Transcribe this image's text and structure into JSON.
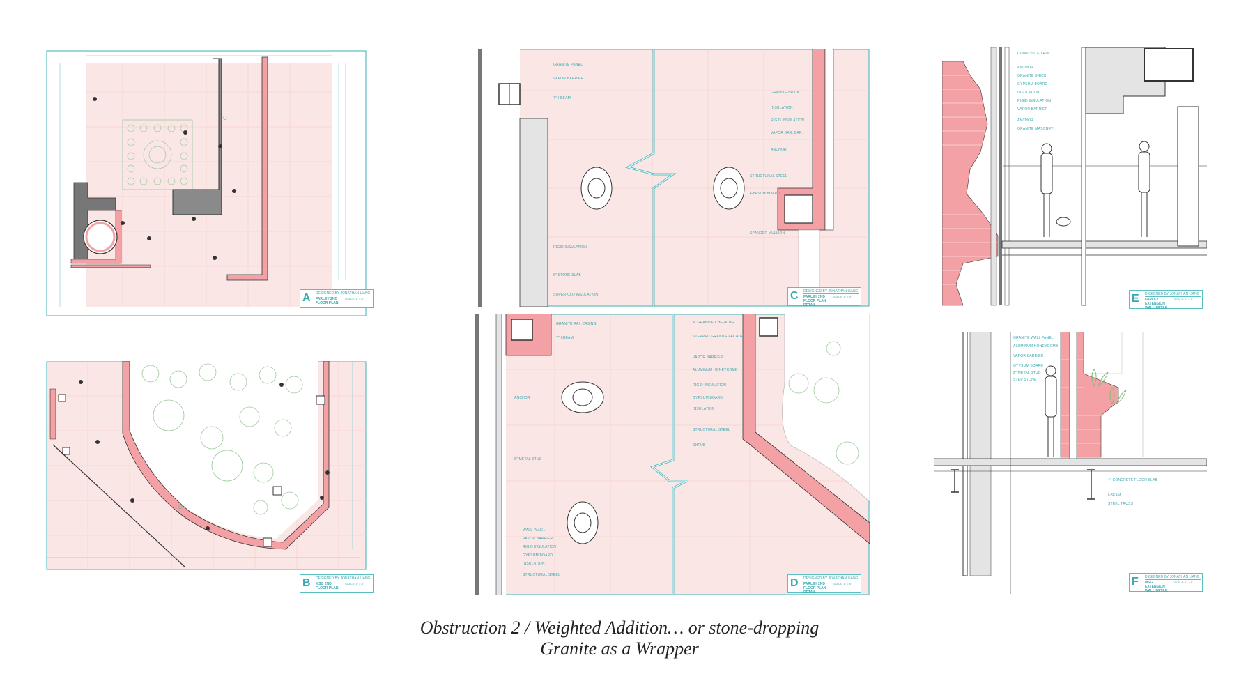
{
  "caption": {
    "line1": "Obstruction 2 / Weighted Addition… or stone-dropping",
    "line2": "Granite as a Wrapper"
  },
  "colors": {
    "teal": "#5bbfc2",
    "pink_fill": "#fbe6e6",
    "pink_wall": "#f3a1a4",
    "line": "#333333",
    "plant": "#9cc99a"
  },
  "sheets": {
    "A": {
      "letter": "A",
      "designer": "DESIGNED BY JONATHAN LIANG",
      "title": "FARLEY 2ND FLOOR PLAN",
      "scale": "SCALE: 1\" = 8'"
    },
    "B": {
      "letter": "B",
      "designer": "DESIGNED BY JONATHAN LIANG",
      "title": "MSG 2ND FLOOR PLAN",
      "scale": "SCALE: 1\" = 8'"
    },
    "C": {
      "letter": "C",
      "designer": "DESIGNED BY JONATHAN LIANG",
      "title": "FARLEY 2ND FLOOR PLAN DETAIL",
      "scale": "SCALE: 1\" = 8\""
    },
    "D": {
      "letter": "D",
      "designer": "DESIGNED BY JONATHAN LIANG",
      "title": "FARLEY 2ND FLOOR PLAN DETAIL",
      "scale": "SCALE: 1\" = 8\""
    },
    "E": {
      "letter": "E",
      "designer": "DESIGNED BY JONATHAN LIANG",
      "title": "FARLEY EXTENSION WALL DETAIL",
      "scale": "SCALE: 1\" = 1'"
    },
    "F": {
      "letter": "F",
      "designer": "DESIGNED BY JONATHAN LIANG",
      "title": "MSG EXTENSION WALL DETAIL",
      "scale": "SCALE: 1\" = 1'"
    }
  },
  "plan_labels": {
    "A": "C",
    "B": "D"
  },
  "notes_c_left": [
    "GRANITE PANEL",
    "VAPOR BARRIER",
    "7\" I-BEAM",
    "RIGID INSULATION",
    "6\" STONE SLAB",
    "SUPER-CLO INSULATION"
  ],
  "notes_c_right": [
    "GRANITE BRICK",
    "INSULATION",
    "RIGID INSULATION",
    "VAPOR BAR. BAR.",
    "ANCHOR",
    "STRUCTURAL STEEL",
    "GYPSUM BOARD",
    "SPANDER MULLION"
  ],
  "notes_d_left": [
    "GRANITE RAI. CASING",
    "7\" I-BEAM",
    "ANCHOR",
    "6\" METAL STUD",
    "WALL PANEL",
    "VAPOR BARRIER",
    "RIGID INSULATION",
    "GYPSUM BOARD",
    "INSULATION",
    "STRUCTURAL STEEL"
  ],
  "notes_d_right": [
    "4\" GRANITE CHEEKING",
    "STEPPED GRANITE FACADE",
    "VAPOR BARRIER",
    "ALUMINUM HONEYCOMB",
    "RIGID INSULATION",
    "GYPSUM BOARD",
    "INSULATION",
    "STRUCTURAL STEEL",
    "SHRUB"
  ],
  "notes_e": [
    "COMPOSITE TRIM",
    "ANCHOR",
    "GRANITE BRICK",
    "GYPSUM BOARD",
    "INSULATION",
    "RIGID INSULATION",
    "VAPOR BARRIER",
    "ANCHOR",
    "GRANITE MASONRY"
  ],
  "notes_f": [
    "GRANITE WALL PANEL",
    "ALUMINUM HONEYCOMB",
    "VAPOR BARRIER",
    "GYPSUM BOARD",
    "2\" METAL STUD",
    "STEP STONE",
    "4\" CONCRETE FLOOR SLAB",
    "I-BEAM",
    "STEEL TRUSS"
  ]
}
